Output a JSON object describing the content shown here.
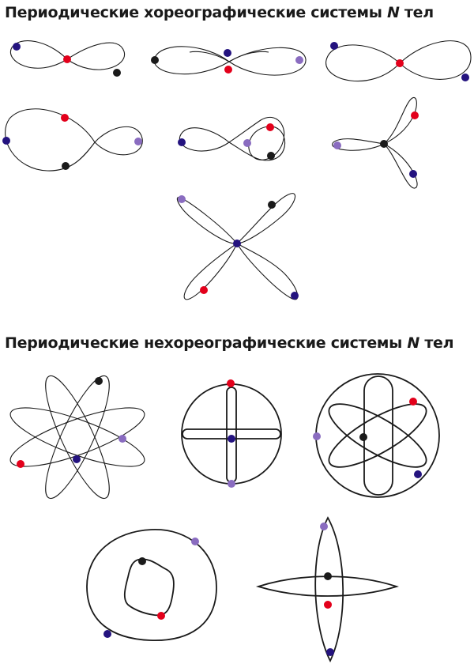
{
  "sections": [
    {
      "title_main": "Периодические хореографические системы",
      "title_n": "N",
      "title_tail": "тел"
    },
    {
      "title_main": "Периодические нехореографические системы",
      "title_n": "N",
      "title_tail": "тел"
    }
  ],
  "colors": {
    "line": "#1a1a1a",
    "body_navy": "#24137f",
    "body_red": "#e3001b",
    "body_black": "#1a1a1a",
    "body_lavender": "#8a6cc0"
  }
}
